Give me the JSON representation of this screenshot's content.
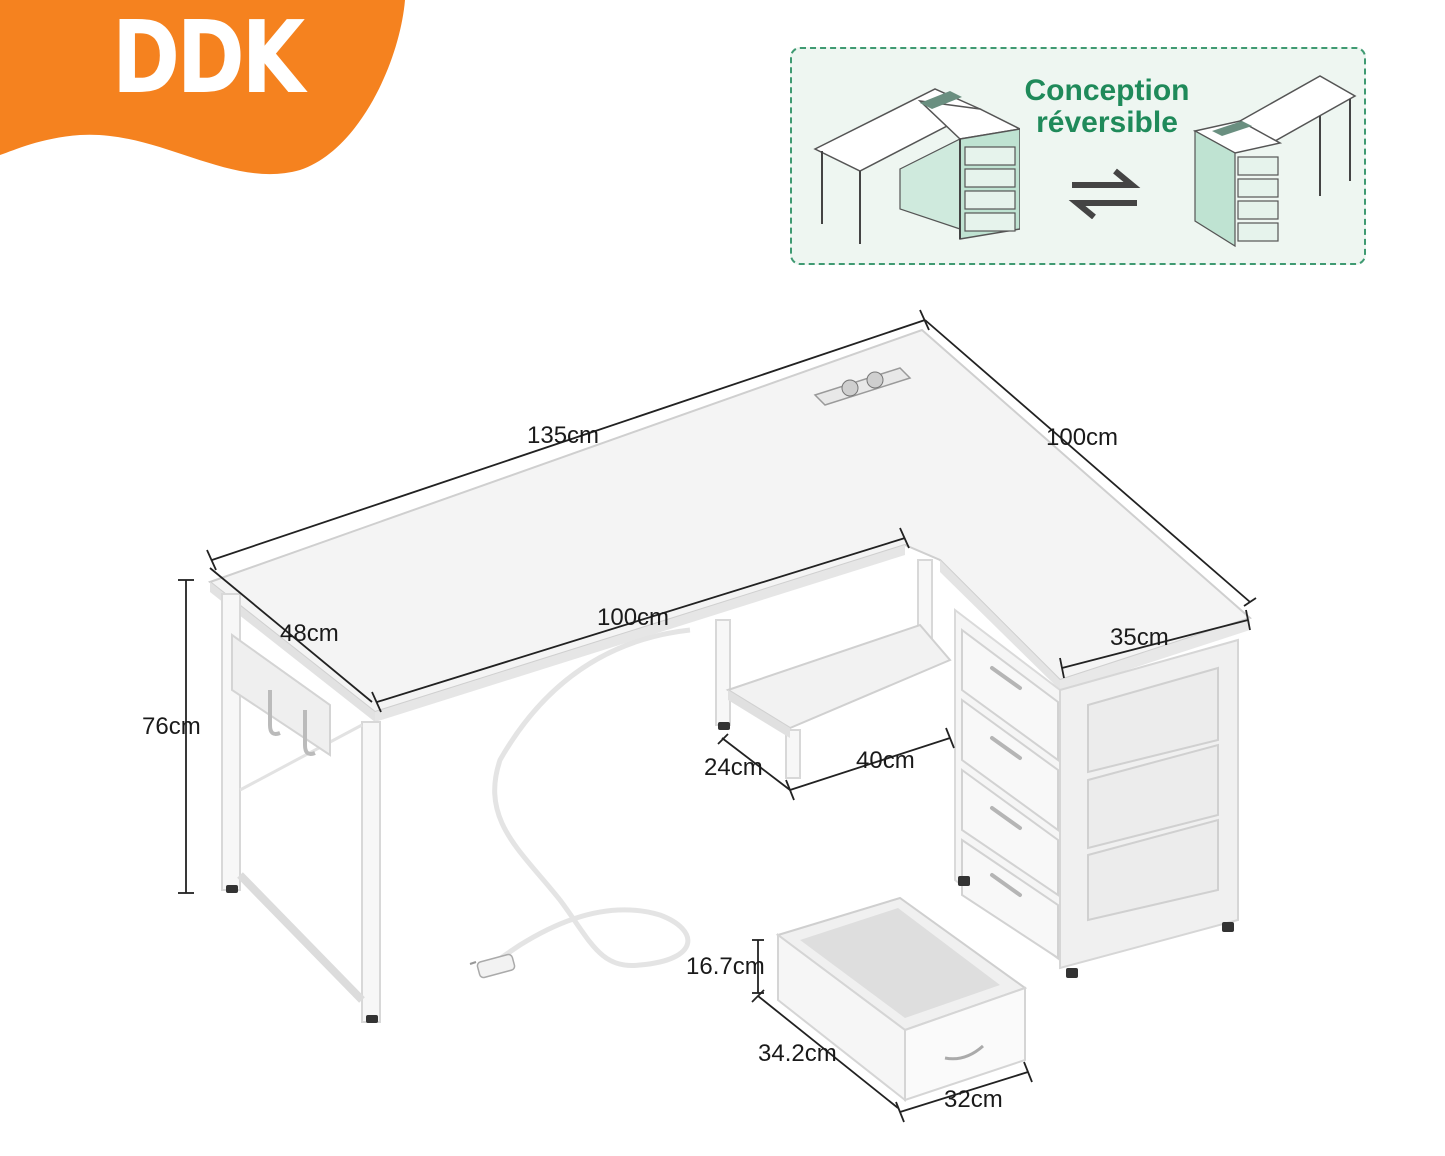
{
  "brand": {
    "logo_text": "DDK",
    "accent_color": "#f5821f"
  },
  "badge": {
    "title": "Conception réversible",
    "accent_color": "#1f8a5a",
    "arrows_icon": "swap-arrows-icon"
  },
  "dimensions": {
    "desk_length": "135cm",
    "return_length": "100cm",
    "front_width": "100cm",
    "desk_depth": "48cm",
    "height": "76cm",
    "return_depth": "35cm",
    "shelf_depth": "24cm",
    "shelf_width": "40cm",
    "drawer_height": "16.7cm",
    "drawer_length": "34.2cm",
    "drawer_width": "32cm"
  }
}
